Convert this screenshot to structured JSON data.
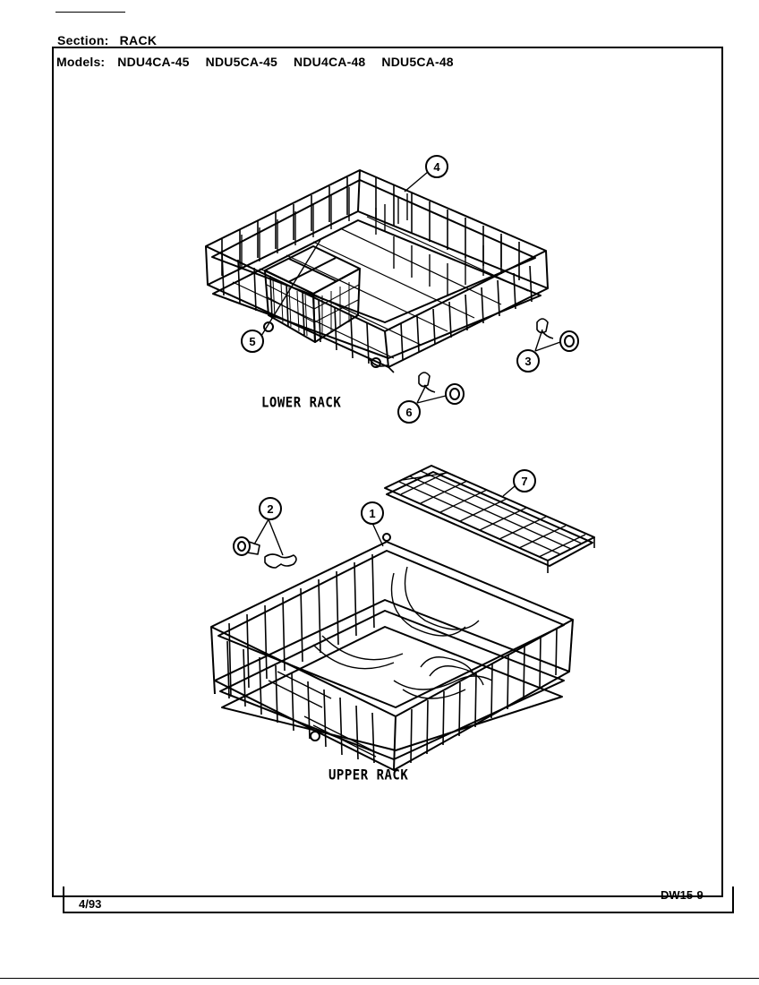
{
  "header": {
    "section_label": "Section:",
    "section_value": "RACK",
    "models_label": "Models:",
    "models": [
      "NDU4CA-45",
      "NDU5CA-45",
      "NDU4CA-48",
      "NDU5CA-48"
    ]
  },
  "diagram": {
    "lower_rack_label": "LOWER RACK",
    "upper_rack_label": "UPPER RACK",
    "callouts": [
      "1",
      "2",
      "3",
      "4",
      "5",
      "6",
      "7"
    ]
  },
  "footer": {
    "date": "4/93",
    "code": "DW15-9"
  }
}
